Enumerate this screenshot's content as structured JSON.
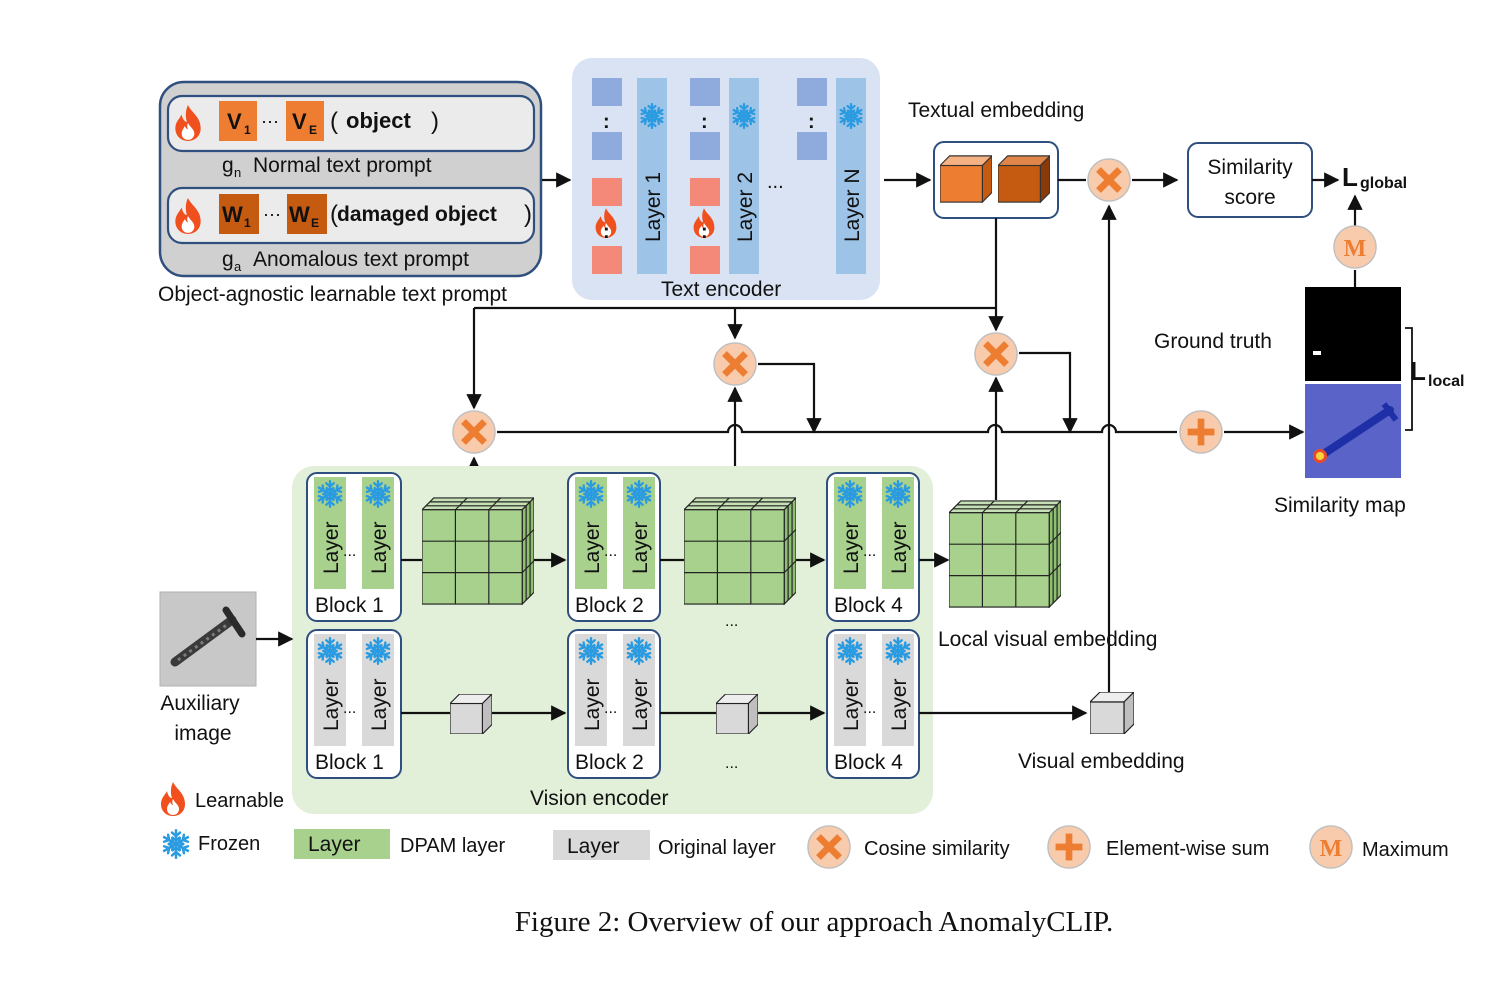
{
  "colors": {
    "orange_light": "#ee7d31",
    "orange_dark": "#c55a11",
    "learned_token": "#f4897a",
    "frozen_token": "#8faadc",
    "text_encoder_bg": "#dae3f3",
    "vision_encoder_bg": "#e2efd9",
    "dpam_layer": "#a9d18e",
    "original_layer": "#d9d9d9",
    "layer_blue": "#9dc3e6",
    "prompt_box_bg": "#d0d0d0",
    "prompt_box_border": "#2f4f7f",
    "cosine_fill": "#f8cbad",
    "cosine_cross": "#ed7d31",
    "similarity_map_bg": "#5a64c8"
  },
  "prompt": {
    "normal": {
      "v1": "V",
      "v1_sub": "1",
      "dots": "⋯",
      "ve": "V",
      "ve_sub": "E",
      "open": "(",
      "word": "object",
      "close": ")",
      "label_g": "g",
      "label_sub": "n",
      "label": "Normal text prompt"
    },
    "anomalous": {
      "w1": "W",
      "w1_sub": "1",
      "dots": "⋯",
      "we": "W",
      "we_sub": "E",
      "open": "(",
      "word": "damaged object",
      "close": ")",
      "label_g": "g",
      "label_sub": "a",
      "label": "Anomalous text prompt"
    },
    "caption": "Object-agnostic learnable text prompt"
  },
  "text_encoder": {
    "layers": [
      "Layer 1",
      "Layer 2",
      "Layer N"
    ],
    "ellipsis": "...",
    "col_dots": ":",
    "label": "Text encoder"
  },
  "textual_embedding": {
    "label": "Textual embedding"
  },
  "similarity_score": {
    "line1": "Similarity",
    "line2": "score"
  },
  "l_global": {
    "main": "L",
    "sub": "global"
  },
  "l_local": {
    "main": "L",
    "sub": "local"
  },
  "maximum_symbol": "M",
  "ground_truth": {
    "label": "Ground truth"
  },
  "similarity_map": {
    "label": "Similarity map"
  },
  "vision_encoder": {
    "label": "Vision encoder",
    "top_blocks": [
      "Block 1",
      "Block 2",
      "Block 4"
    ],
    "bottom_blocks": [
      "Block 1",
      "Block 2",
      "Block 4"
    ],
    "layer": "Layer",
    "ellipsis_h": "...",
    "ellipsis_between": "..."
  },
  "local_visual_embedding": {
    "label": "Local visual embedding"
  },
  "visual_embedding": {
    "label": "Visual embedding"
  },
  "auxiliary_image": {
    "line1": "Auxiliary",
    "line2": "image"
  },
  "legend": {
    "learnable": "Learnable",
    "frozen": "Frozen",
    "dpam_swatch": "Layer",
    "dpam_label": "DPAM layer",
    "original_swatch": "Layer",
    "original_label": "Original layer",
    "cosine": "Cosine similarity",
    "sum": "Element-wise sum",
    "maximum": "Maximum"
  },
  "figure_caption": "Figure 2: Overview of our approach AnomalyCLIP."
}
